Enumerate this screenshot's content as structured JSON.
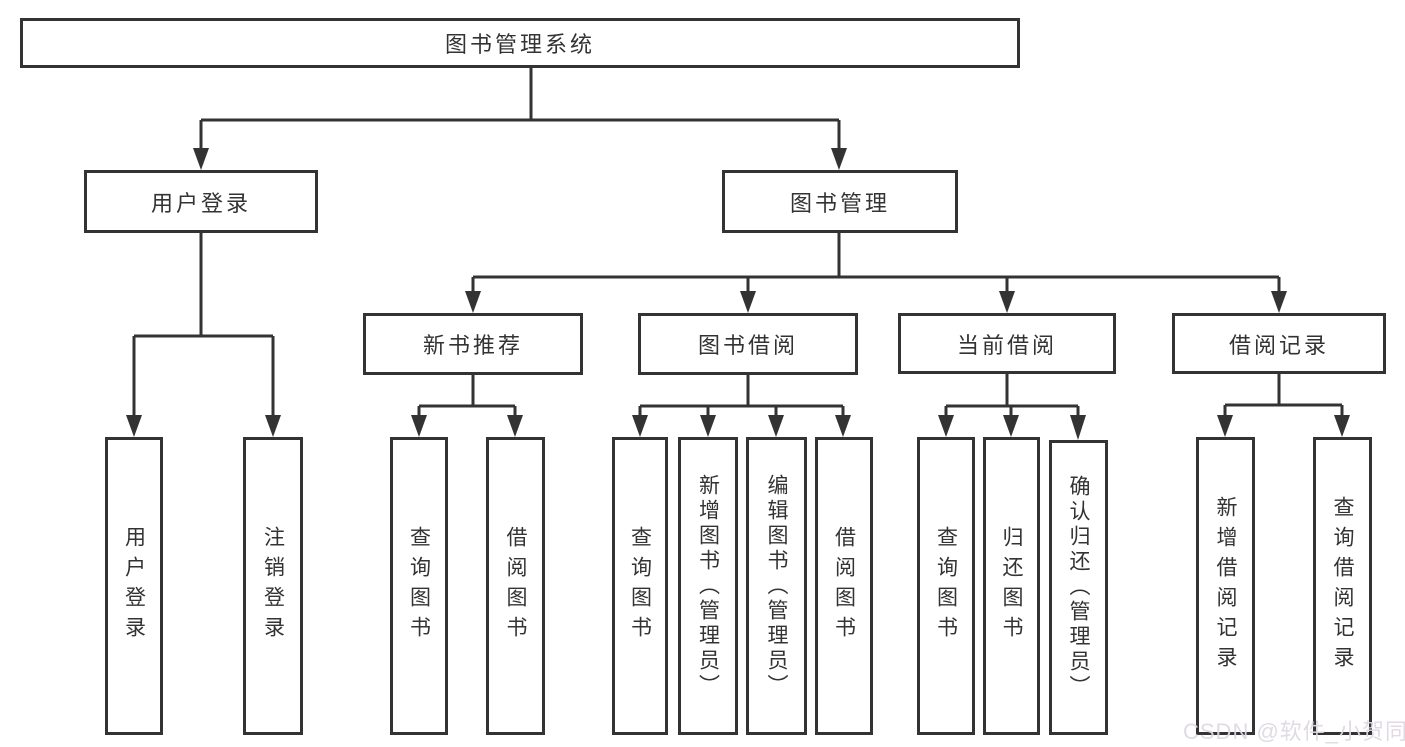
{
  "tree": {
    "label": "图书管理系统",
    "children": [
      {
        "label": "用户登录",
        "children": [
          {
            "label": "用户登录"
          },
          {
            "label": "注销登录"
          }
        ]
      },
      {
        "label": "图书管理",
        "children": [
          {
            "label": "新书推荐",
            "children": [
              {
                "label": "查询图书"
              },
              {
                "label": "借阅图书"
              }
            ]
          },
          {
            "label": "图书借阅",
            "children": [
              {
                "label": "查询图书"
              },
              {
                "label": "新增图书（管理员）"
              },
              {
                "label": "编辑图书（管理员）"
              },
              {
                "label": "借阅图书"
              }
            ]
          },
          {
            "label": "当前借阅",
            "children": [
              {
                "label": "查询图书"
              },
              {
                "label": "归还图书"
              },
              {
                "label": "确认归还（管理员）"
              }
            ]
          },
          {
            "label": "借阅记录",
            "children": [
              {
                "label": "新增借阅记录"
              },
              {
                "label": "查询借阅记录"
              }
            ]
          }
        ]
      }
    ]
  },
  "watermark": "CSDN @软件_小贺同学",
  "colors": {
    "line": "#333333",
    "node_border": "#333333",
    "text": "#333333",
    "background": "#ffffff",
    "watermark": "#ded8e4"
  }
}
